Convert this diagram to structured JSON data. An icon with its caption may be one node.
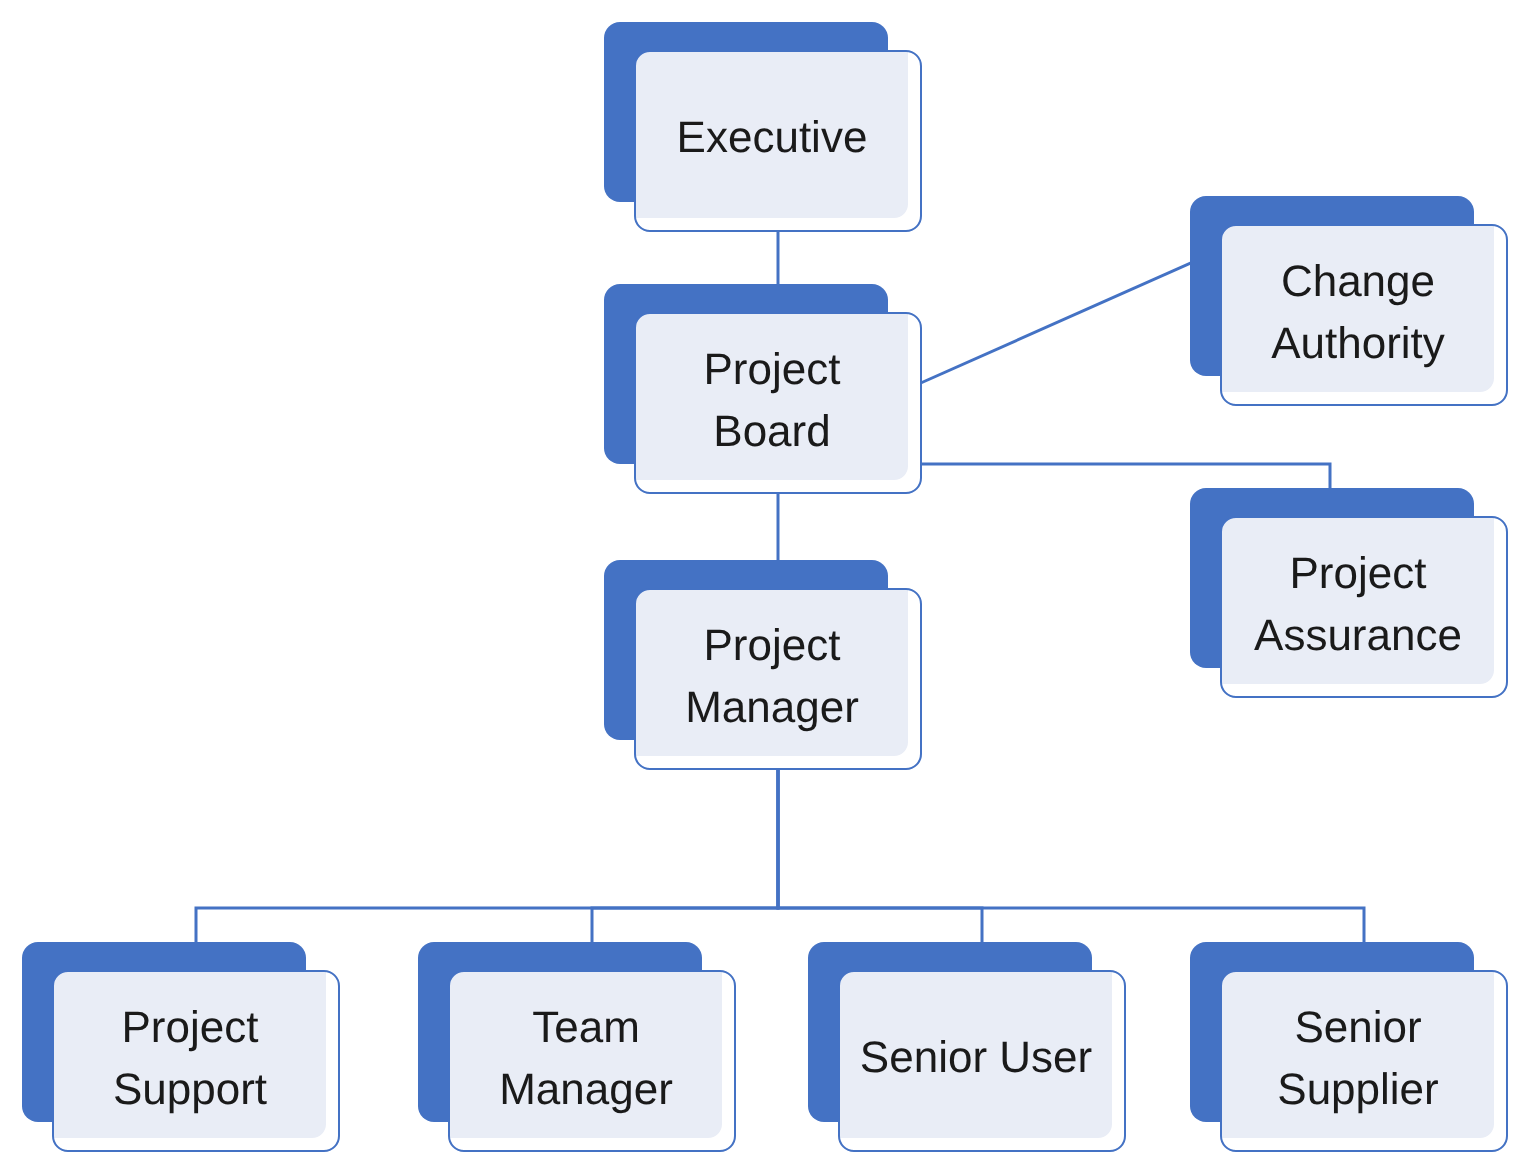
{
  "diagram": {
    "nodes": [
      {
        "text": [
          "Executive"
        ]
      },
      {
        "text": [
          "Project Board"
        ]
      },
      {
        "text": [
          "Change Authority"
        ]
      },
      {
        "text": [
          "Project Assurance"
        ]
      },
      {
        "text": [
          "Project Manager"
        ]
      },
      {
        "text": [
          "Project Support"
        ]
      },
      {
        "text": [
          "Team Manager"
        ]
      },
      {
        "text": [
          "Senior User"
        ]
      },
      {
        "text": [
          "Senior Supplier"
        ]
      }
    ],
    "edges": [
      {
        "from": 0,
        "to": 1,
        "arrow": "none"
      },
      {
        "from": 1,
        "to": 2,
        "arrow": "none"
      },
      {
        "from": 1,
        "to": 3,
        "arrow": "none"
      },
      {
        "from": 1,
        "to": 4,
        "arrow": "none"
      },
      {
        "from": 4,
        "to": 5,
        "arrow": "none"
      },
      {
        "from": 4,
        "to": 6,
        "arrow": "none"
      },
      {
        "from": 4,
        "to": 7,
        "arrow": "none"
      },
      {
        "from": 4,
        "to": 8,
        "arrow": "none"
      }
    ]
  }
}
